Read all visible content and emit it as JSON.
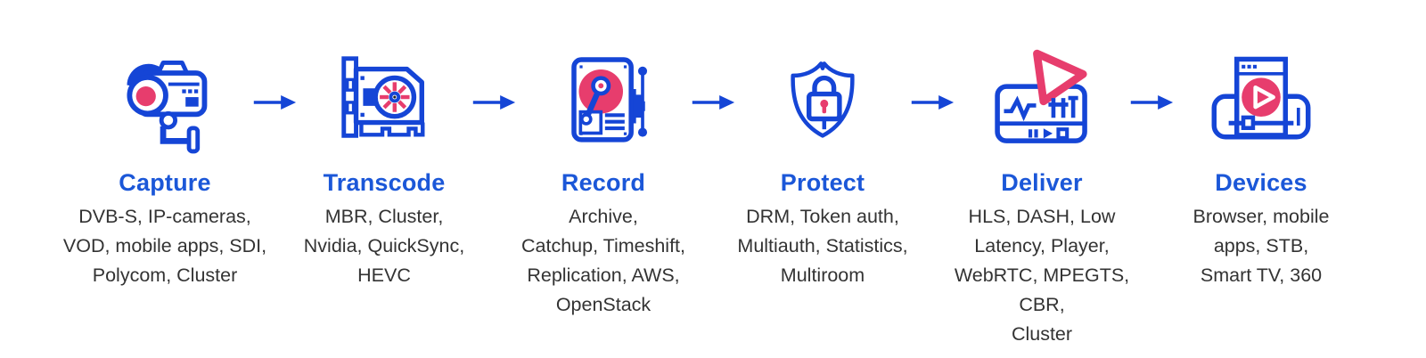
{
  "page": {
    "background": "#ffffff",
    "type": "pipeline-diagram"
  },
  "colors": {
    "icon_blue": "#1545d6",
    "title_blue": "#1b57d8",
    "accent_pink": "#e73d6d",
    "body_text": "#333333"
  },
  "pipeline": {
    "arrow": {
      "direction": "right",
      "color": "#1545d6"
    },
    "stages": [
      {
        "title": "Capture",
        "icon": "cctv-camera-icon",
        "description": "DVB-S, IP-cameras,\nVOD, mobile apps, SDI,\nPolycom, Cluster"
      },
      {
        "title": "Transcode",
        "icon": "gpu-card-icon",
        "description": "MBR, Cluster,\nNvidia, QuickSync,\nHEVC"
      },
      {
        "title": "Record",
        "icon": "hard-drive-icon",
        "description": "Archive,\nCatchup, Timeshift,\nReplication, AWS,\nOpenStack"
      },
      {
        "title": "Protect",
        "icon": "shield-lock-icon",
        "description": "DRM, Token auth,\nMultiauth, Statistics,\nMultiroom"
      },
      {
        "title": "Deliver",
        "icon": "player-panel-icon",
        "description": "HLS, DASH, Low\nLatency, Player,\nWebRTC, MPEGTS, CBR,\nCluster"
      },
      {
        "title": "Devices",
        "icon": "devices-icon",
        "description": "Browser, mobile\napps, STB,\nSmart TV, 360"
      }
    ]
  }
}
